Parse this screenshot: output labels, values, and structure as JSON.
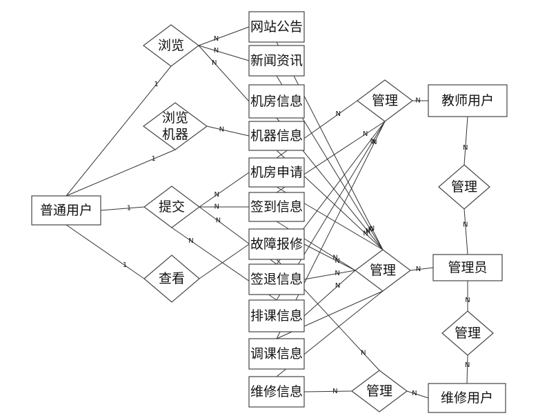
{
  "entities": [
    {
      "id": "user",
      "label": "普通用户"
    },
    {
      "id": "notice",
      "label": "网站公告"
    },
    {
      "id": "news",
      "label": "新闻资讯"
    },
    {
      "id": "room",
      "label": "机房信息"
    },
    {
      "id": "machine",
      "label": "机器信息"
    },
    {
      "id": "apply",
      "label": "机房申请"
    },
    {
      "id": "signin",
      "label": "签到信息"
    },
    {
      "id": "fault",
      "label": "故障报修"
    },
    {
      "id": "signout",
      "label": "签退信息"
    },
    {
      "id": "sched",
      "label": "排课信息"
    },
    {
      "id": "adjust",
      "label": "调课信息"
    },
    {
      "id": "repair",
      "label": "维修信息"
    },
    {
      "id": "teacher",
      "label": "教师用户"
    },
    {
      "id": "admin",
      "label": "管理员"
    },
    {
      "id": "mainuser",
      "label": "维修用户"
    }
  ],
  "relations": [
    {
      "id": "browse",
      "label": "浏览"
    },
    {
      "id": "browse_machine",
      "label": "浏览\n机器"
    },
    {
      "id": "submit",
      "label": "提交"
    },
    {
      "id": "view",
      "label": "查看"
    },
    {
      "id": "manage_t",
      "label": "管理"
    },
    {
      "id": "manage_a",
      "label": "管理"
    },
    {
      "id": "manage_m",
      "label": "管理"
    },
    {
      "id": "manage_ta",
      "label": "管理"
    },
    {
      "id": "manage_am",
      "label": "管理"
    }
  ],
  "edges": [
    {
      "from": "user",
      "to": "browse",
      "card": "1"
    },
    {
      "from": "user",
      "to": "browse_machine",
      "card": "1"
    },
    {
      "from": "user",
      "to": "submit",
      "card": "1"
    },
    {
      "from": "user",
      "to": "view",
      "card": "1"
    },
    {
      "from": "browse",
      "to": "notice",
      "card": "N"
    },
    {
      "from": "browse",
      "to": "news",
      "card": "N"
    },
    {
      "from": "browse",
      "to": "room",
      "card": "N"
    },
    {
      "from": "browse_machine",
      "to": "machine",
      "card": "N"
    },
    {
      "from": "submit",
      "to": "apply",
      "card": "N"
    },
    {
      "from": "submit",
      "to": "signin",
      "card": "N"
    },
    {
      "from": "submit",
      "to": "signout",
      "card": "N"
    },
    {
      "from": "submit",
      "to": "sched",
      "card": "N"
    },
    {
      "from": "view",
      "to": "fault",
      "card": ""
    },
    {
      "from": "teacher",
      "to": "manage_t",
      "card": "N"
    },
    {
      "from": "admin",
      "to": "manage_a",
      "card": "N"
    },
    {
      "from": "mainuser",
      "to": "manage_m",
      "card": "N"
    },
    {
      "from": "teacher",
      "to": "manage_ta",
      "card": "N"
    },
    {
      "from": "admin",
      "to": "manage_ta",
      "card": "N"
    },
    {
      "from": "admin",
      "to": "manage_am",
      "card": "N"
    },
    {
      "from": "mainuser",
      "to": "manage_am",
      "card": "N"
    },
    {
      "from": "repair",
      "to": "manage_m",
      "card": "N"
    },
    {
      "from": "fault",
      "to": "manage_m",
      "card": "N"
    },
    {
      "from": "apply",
      "to": "manage_t",
      "card": "N"
    },
    {
      "from": "signin",
      "to": "manage_t",
      "card": "N"
    },
    {
      "from": "sched",
      "to": "manage_t",
      "card": "N"
    },
    {
      "from": "adjust",
      "to": "manage_t",
      "card": "N"
    },
    {
      "from": "signout",
      "to": "manage_t",
      "card": ""
    },
    {
      "from": "notice",
      "to": "manage_a",
      "card": "N"
    },
    {
      "from": "news",
      "to": "manage_a",
      "card": "N"
    },
    {
      "from": "room",
      "to": "manage_a",
      "card": "N"
    },
    {
      "from": "machine",
      "to": "manage_a",
      "card": "N"
    },
    {
      "from": "apply",
      "to": "manage_a",
      "card": ""
    },
    {
      "from": "signin",
      "to": "manage_a",
      "card": "N"
    },
    {
      "from": "fault",
      "to": "manage_a",
      "card": "N"
    },
    {
      "from": "signout",
      "to": "manage_a",
      "card": "N"
    },
    {
      "from": "sched",
      "to": "manage_a",
      "card": "N"
    },
    {
      "from": "adjust",
      "to": "manage_a",
      "card": ""
    },
    {
      "from": "repair",
      "to": "manage_a",
      "card": ""
    }
  ]
}
